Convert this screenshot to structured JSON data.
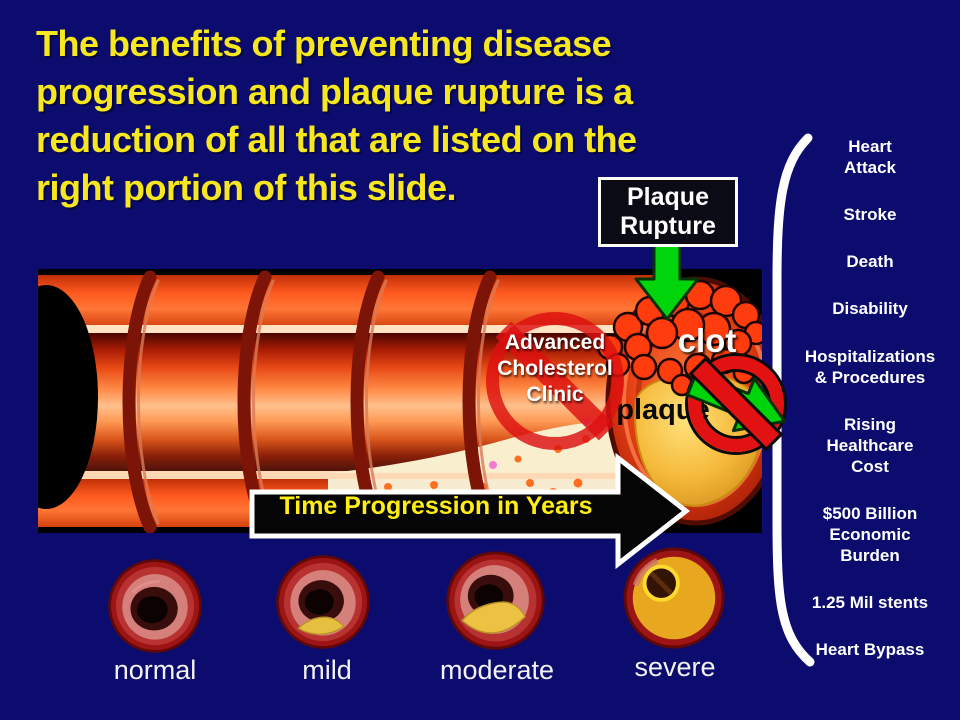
{
  "slide": {
    "title": "The benefits of preventing disease\nprogression and plaque rupture is a\nreduction of all that are listed on the\nright portion of this slide."
  },
  "figure": {
    "plaque_rupture": "Plaque\nRupture",
    "clot": "clot",
    "plaque": "plaque",
    "watermark": "Advanced\nCholesterol\nClinic",
    "time_arrow": "Time Progression in Years"
  },
  "consequences": {
    "items": [
      "Heart\nAttack",
      "Stroke",
      "Death",
      "Disability",
      "Hospitalizations\n& Procedures",
      "Rising\nHealthcare\nCost",
      "$500 Billion\nEconomic\nBurden",
      "1.25 Mil stents",
      "Heart Bypass"
    ]
  },
  "stages": {
    "labels": [
      "normal",
      "mild",
      "moderate",
      "severe"
    ]
  },
  "colors": {
    "background": "#0c0b6e",
    "title_yellow": "#f6e71e",
    "arrow_green": "#00d40a",
    "prohibition_red": "#e31212",
    "time_label_yellow": "#ffed13",
    "text_white": "#ffffff"
  }
}
